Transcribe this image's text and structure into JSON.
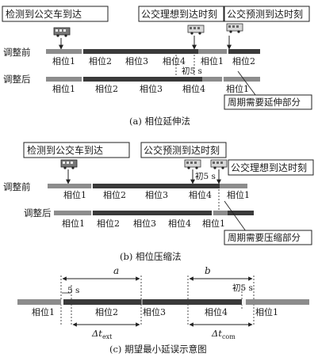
{
  "panel_a": {
    "caption": "(a) 相位延伸法",
    "detect_label": "检测到公交车到达",
    "ideal_label": "公交理想到达时刻",
    "predict_label": "公交预测到达时刻",
    "row_before": "调整前",
    "row_after": "调整后",
    "before_phases": [
      "相位1",
      "相位2",
      "相位3",
      "相位4",
      "相位1",
      "相位2"
    ],
    "after_phases": [
      "相位1",
      "相位2",
      "相位3",
      "相位4",
      "相位1"
    ],
    "early_label": "初5 s",
    "cycle_note": "周期需要延伸部分"
  },
  "panel_b": {
    "caption": "(b) 相位压缩法",
    "detect_label": "检测到公交车到达",
    "predict_label": "公交预测到达时刻",
    "ideal_label": "公交理想到达时刻",
    "row_before": "调整前",
    "row_after": "调整后",
    "before_phases": [
      "相位1",
      "相位2",
      "相位3",
      "相位4",
      "相位1"
    ],
    "after_phases": [
      "相位1",
      "相位2",
      "相位3",
      "相位4",
      "相位1"
    ],
    "early_label": "初5 s",
    "cycle_note": "周期需要压缩部分"
  },
  "panel_c": {
    "caption": "(c) 期望最小延误示意图",
    "label_a": "a",
    "label_b": "b",
    "label_5s": "5 s",
    "early_label": "初5 s",
    "phases": [
      "相位1",
      "相位2",
      "相位3",
      "相位4",
      "相位1"
    ],
    "delta_ext": "Δt",
    "delta_ext_sub": "ext",
    "delta_com": "Δt",
    "delta_com_sub": "com"
  },
  "colors": {
    "bar_light": "#8c8c8c",
    "bar_dark": "#3a3a3a",
    "bar_white": "#f2f2f2"
  }
}
